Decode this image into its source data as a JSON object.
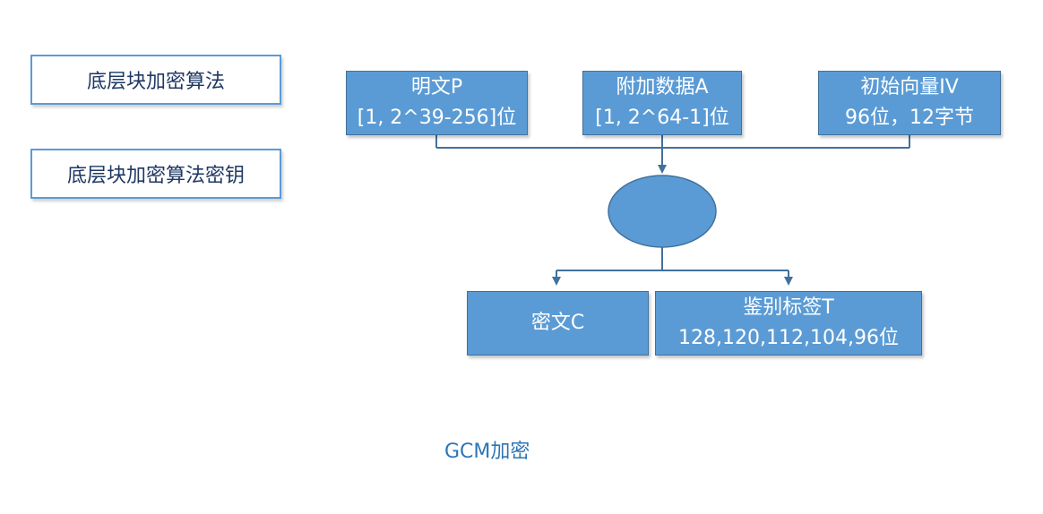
{
  "legend": {
    "block_cipher": "底层块加密算法",
    "block_cipher_key": "底层块加密算法密钥"
  },
  "inputs": {
    "plaintext": {
      "title": "明文P",
      "detail": "[1, 2^39-256]位"
    },
    "aad": {
      "title": "附加数据A",
      "detail": "[1, 2^64-1]位"
    },
    "iv": {
      "title": "初始向量IV",
      "detail": "96位，12字节"
    }
  },
  "outputs": {
    "ciphertext": {
      "title": "密文C"
    },
    "tag": {
      "title": "鉴别标签T",
      "detail": "128,120,112,104,96位"
    }
  },
  "caption": "GCM加密",
  "colors": {
    "box_fill": "#5b9bd5",
    "outline": "#5b9bd5",
    "caption": "#2e75b6"
  }
}
